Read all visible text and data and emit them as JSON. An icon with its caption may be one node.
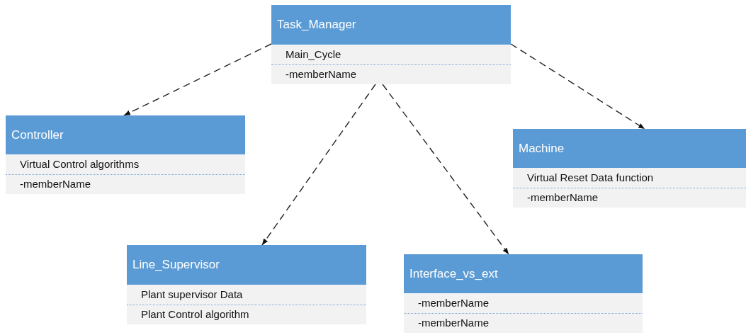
{
  "diagram": {
    "nodes": [
      {
        "text": [
          "Task_Manager",
          "Main_Cycle",
          "-memberName"
        ]
      },
      {
        "text": [
          "Controller",
          "Virtual Control algorithms",
          "-memberName"
        ]
      },
      {
        "text": [
          "Machine",
          "Virtual Reset Data function",
          "-memberName"
        ]
      },
      {
        "text": [
          "Line_Supervisor",
          "Plant supervisor Data",
          "Plant Control algorithm"
        ]
      },
      {
        "text": [
          "Interface_vs_ext",
          "-memberName",
          "-memberName"
        ]
      }
    ],
    "edges": [
      {
        "from": 0,
        "to": 1,
        "arrow": "to",
        "style": "dashed"
      },
      {
        "from": 0,
        "to": 2,
        "arrow": "to",
        "style": "dashed"
      },
      {
        "from": 0,
        "to": 3,
        "arrow": "to",
        "style": "dashed"
      },
      {
        "from": 0,
        "to": 4,
        "arrow": "to",
        "style": "dashed"
      }
    ]
  }
}
